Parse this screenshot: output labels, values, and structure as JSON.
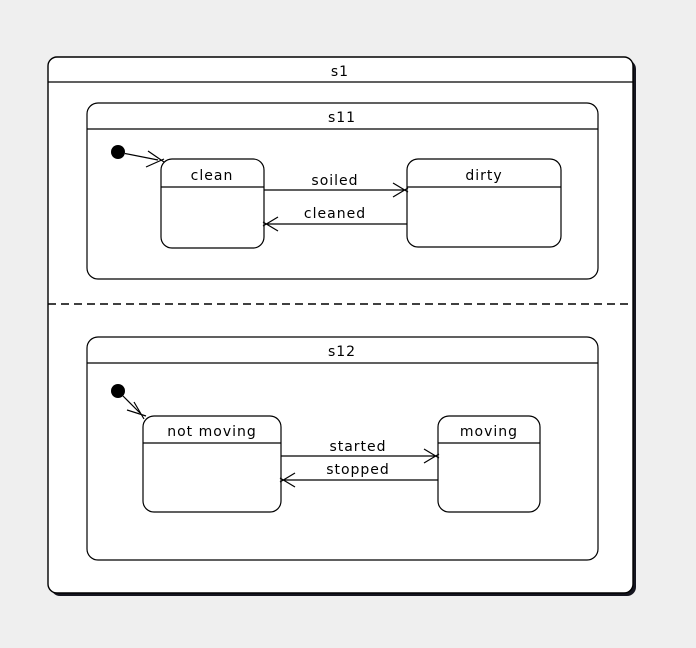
{
  "colors": {
    "canvas_bg": "#efefef",
    "state_fill": "#ffffff",
    "line": "#000000",
    "shadow": "#15151f"
  },
  "diagram": {
    "kind": "uml-state-machine",
    "root_state": {
      "label": "s1"
    },
    "regions": [
      {
        "composite_state": {
          "label": "s11"
        },
        "has_initial_pseudostate": true,
        "states": [
          {
            "label": "clean"
          },
          {
            "label": "dirty"
          }
        ],
        "transitions": [
          {
            "label": "soiled",
            "from": "clean",
            "to": "dirty"
          },
          {
            "label": "cleaned",
            "from": "dirty",
            "to": "clean"
          }
        ]
      },
      {
        "composite_state": {
          "label": "s12"
        },
        "has_initial_pseudostate": true,
        "states": [
          {
            "label": "not moving"
          },
          {
            "label": "moving"
          }
        ],
        "transitions": [
          {
            "label": "started",
            "from": "not moving",
            "to": "moving"
          },
          {
            "label": "stopped",
            "from": "moving",
            "to": "not moving"
          }
        ]
      }
    ]
  }
}
